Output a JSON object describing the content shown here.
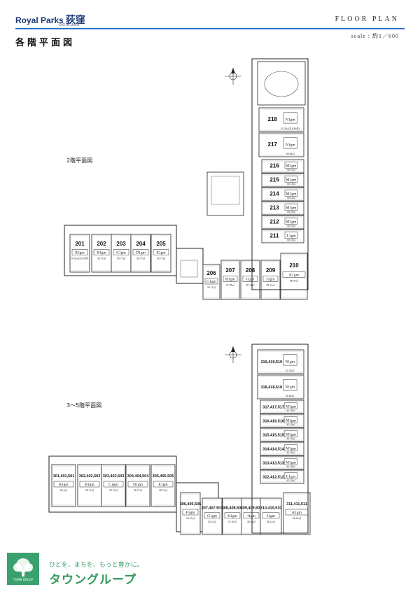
{
  "header": {
    "brand": "Royal Parks",
    "brand_jp": "荻窪",
    "brand_sub": "OGIKUBO",
    "page_title": "各階平面図",
    "floor_plan": "FLOOR PLAN",
    "scale": "scale : 約1／600"
  },
  "floors": {
    "f2_label": "2階平面図",
    "f35_label": "3～5階平面図"
  },
  "units_2f": [
    {
      "num": "201",
      "type": "R5gm",
      "area": "55.6㎡(16.82坪)"
    },
    {
      "num": "202",
      "type": "B1gm",
      "area": "38.72㎡"
    },
    {
      "num": "203",
      "type": "C1gm",
      "area": "38.72㎡"
    },
    {
      "num": "204",
      "type": "D1gm",
      "area": "38.72㎡"
    },
    {
      "num": "205",
      "type": "E1gm",
      "area": "38.72㎡"
    },
    {
      "num": "206",
      "type": "G1gm",
      "area": "33.13㎡"
    },
    {
      "num": "207",
      "type": "H1gm",
      "area": "37.05㎡"
    },
    {
      "num": "208",
      "type": "I1gm",
      "area": "38.14㎡"
    },
    {
      "num": "209",
      "type": "J1gm",
      "area": "38.14㎡"
    },
    {
      "num": "210",
      "type": "K1gm",
      "area": "55.34㎡"
    },
    {
      "num": "211",
      "type": "L1gm",
      "area": "40.18㎡"
    },
    {
      "num": "212",
      "type": "M1gm",
      "area": "40.18㎡"
    },
    {
      "num": "213",
      "type": "M1gm",
      "area": "40.18㎡"
    },
    {
      "num": "214",
      "type": "M1gm",
      "area": "40.18㎡"
    },
    {
      "num": "215",
      "type": "M1gm",
      "area": "40.18㎡"
    },
    {
      "num": "216",
      "type": "M1gm",
      "area": "40.18㎡"
    },
    {
      "num": "217",
      "type": "N1gm",
      "area": "55.65㎡"
    },
    {
      "num": "218",
      "type": "N1gm",
      "area": "62.29㎡(18.84坪)"
    }
  ],
  "units_35f": [
    {
      "num": "301,401,501",
      "type": "R1gm",
      "area": "55.6㎡"
    },
    {
      "num": "302,402,502",
      "type": "B1gm",
      "area": "38.72㎡"
    },
    {
      "num": "303,403,503",
      "type": "C1gm",
      "area": "38.72㎡"
    },
    {
      "num": "304,404,504",
      "type": "D1gm",
      "area": "38.72㎡"
    },
    {
      "num": "305,405,505",
      "type": "E1gm",
      "area": "38.72㎡"
    },
    {
      "num": "306,406,506",
      "type": "F1gm",
      "area": "33.13㎡"
    },
    {
      "num": "307,407,507",
      "type": "G1gm",
      "area": "33.13㎡"
    },
    {
      "num": "308,408,508",
      "type": "H1gm",
      "area": "37.05㎡"
    },
    {
      "num": "309,409,509",
      "type": "I1gm",
      "area": "38.14㎡"
    },
    {
      "num": "310,410,510",
      "type": "J1gm",
      "area": "38.14㎡"
    },
    {
      "num": "311,411,511",
      "type": "K1gm",
      "area": "55.34㎡"
    },
    {
      "num": "312,412,512",
      "type": "L1gm",
      "area": "40.18㎡"
    },
    {
      "num": "313,413,513",
      "type": "M1gm",
      "area": "40.18㎡"
    },
    {
      "num": "314,414,514",
      "type": "M1gm",
      "area": "40.18㎡"
    },
    {
      "num": "315,415,515",
      "type": "M1gm",
      "area": "40.18㎡"
    },
    {
      "num": "316,416,516",
      "type": "M1gm",
      "area": "40.18㎡"
    },
    {
      "num": "317,417,517",
      "type": "M1gm",
      "area": "40.18㎡"
    },
    {
      "num": "318,418,518",
      "type": "N1gm",
      "area": "55.65㎡"
    },
    {
      "num": "319,419,519",
      "type": "N1gm",
      "area": "62.29㎡"
    }
  ],
  "footer": {
    "tagline": "ひとを、まちを、もっと豊かに。",
    "company": "タウングループ",
    "logo_text": "TOWN GROUP"
  },
  "colors": {
    "brand_blue": "#1e3b74",
    "rule_blue": "#2d74c2",
    "footer_green": "#3aa06e"
  }
}
